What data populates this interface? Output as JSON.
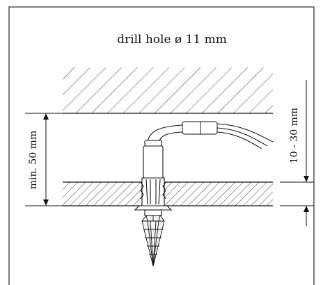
{
  "diagram": {
    "title": "drill hole ø 11 mm",
    "dimension_left": "min. 50 mm",
    "dimension_right": "10 - 30 mm"
  },
  "colors": {
    "line": "#111111",
    "frame": "#2a2a2a",
    "fill": "#ffffff",
    "crystal": "#f4f4f4"
  }
}
